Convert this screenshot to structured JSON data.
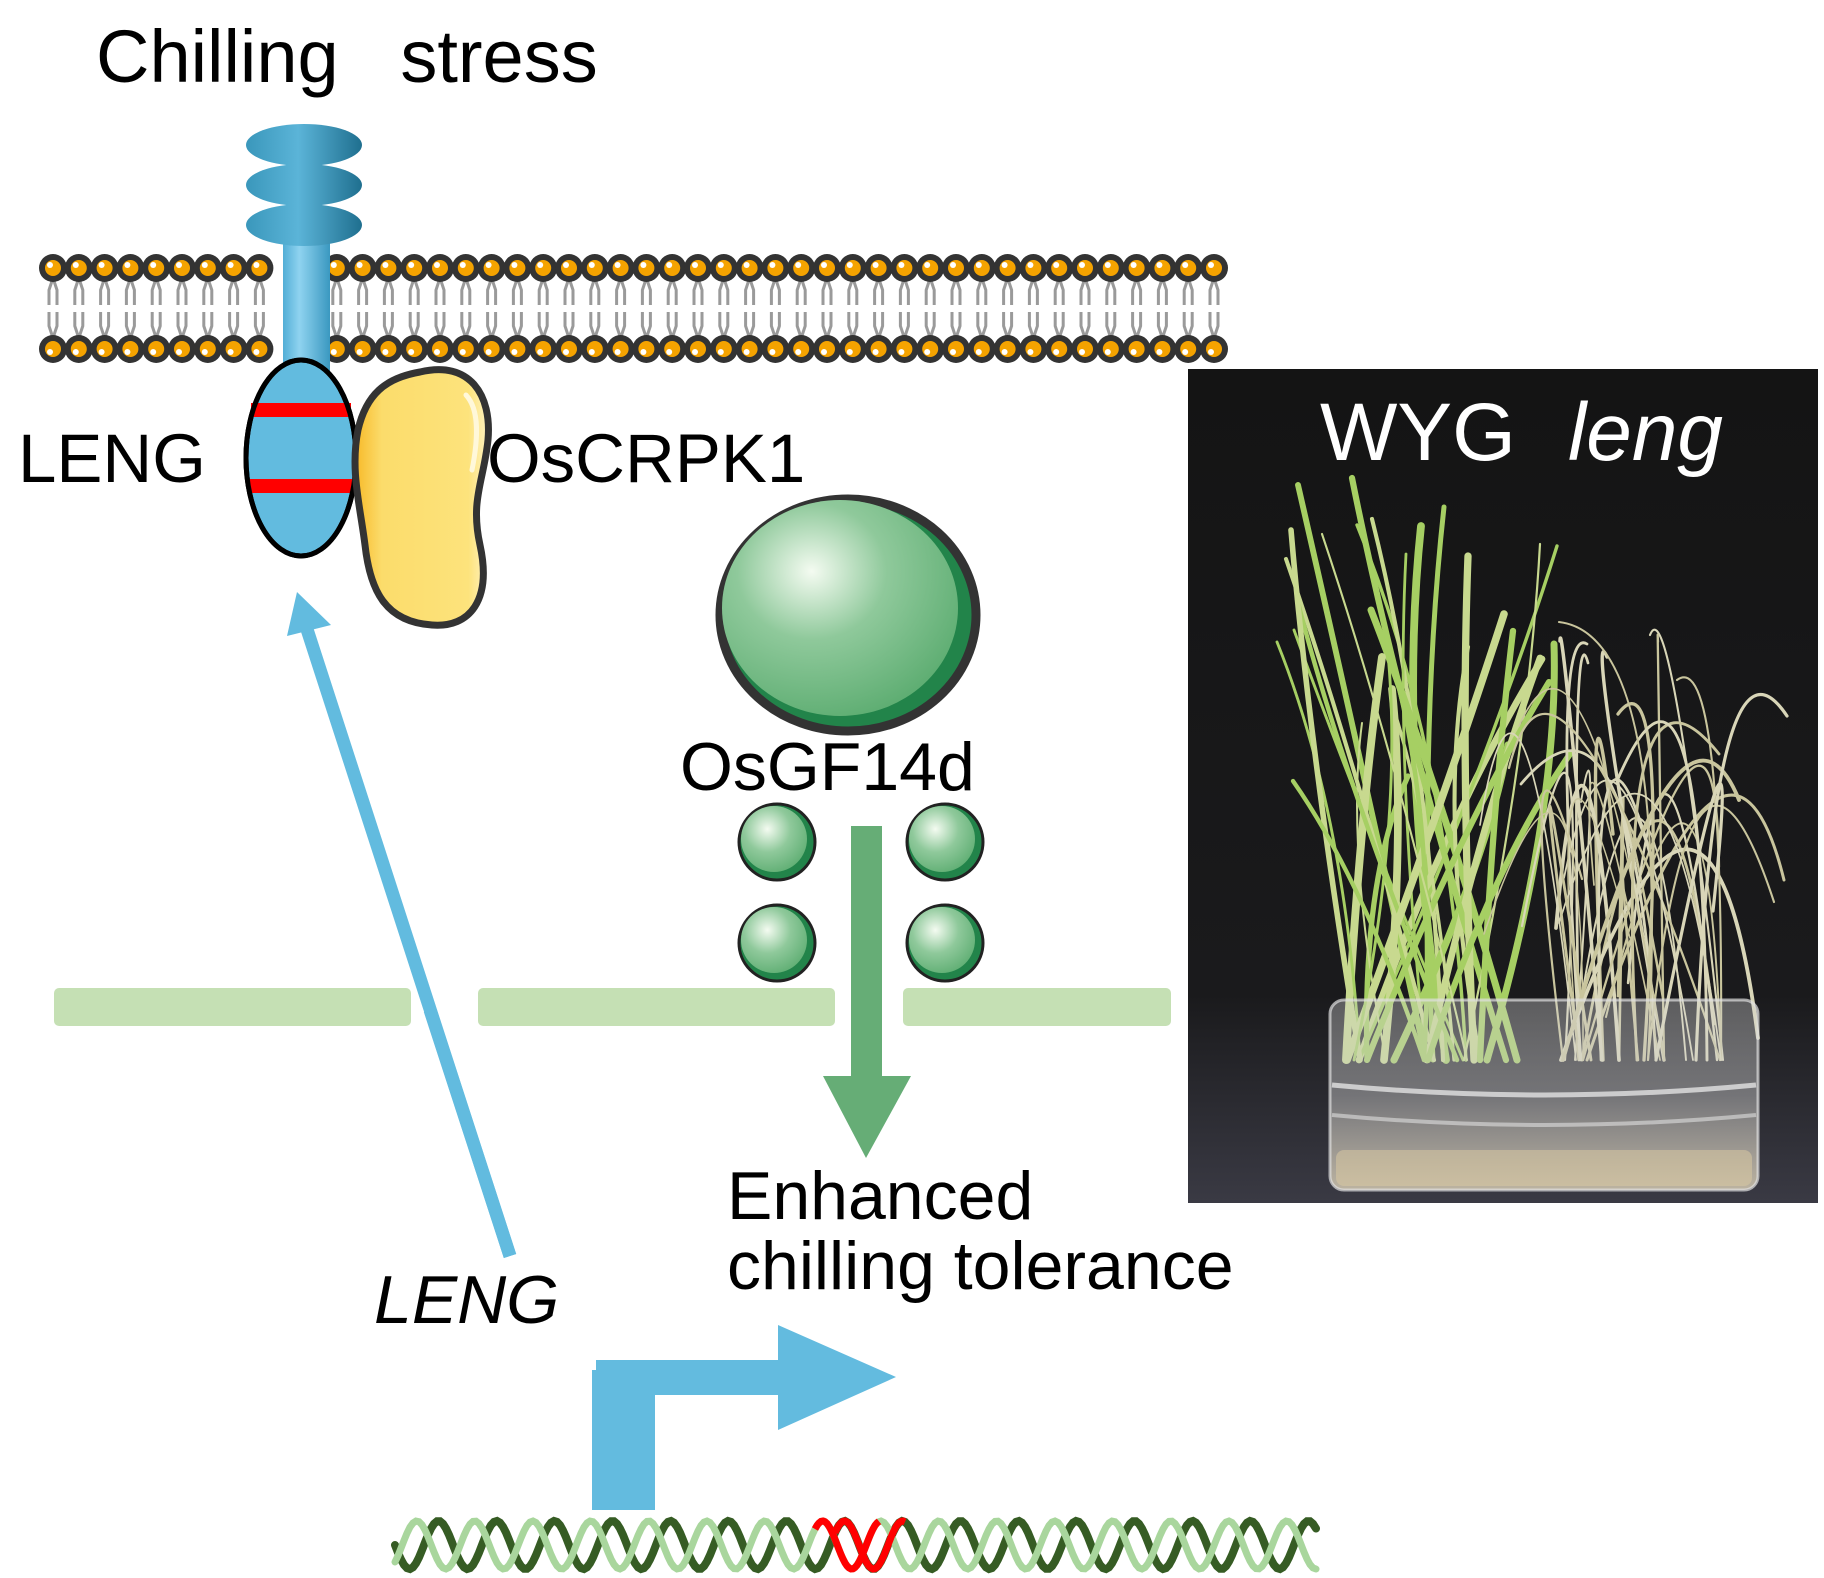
{
  "figure": {
    "stimulus_label": "Chilling   stress",
    "receptor_label": "LENG",
    "kinase_label": "OsCRPK1",
    "adaptor_label": "OsGF14d",
    "outcome_label_line1": "Enhanced",
    "outcome_label_line2": "chilling tolerance",
    "gene_label": "LENG",
    "photo": {
      "label_wildtype": "WYG",
      "label_mutant": "leng"
    }
  },
  "colors": {
    "receptor_blue": "#62bbdf",
    "receptor_dark_blue": "#2f8fb2",
    "domain_red": "#ff0000",
    "kinase_yellow": "#fbdc6b",
    "adaptor_green": "#63ad74",
    "nuclear_membrane": "#c5e0b4",
    "arrow_blue": "#63bbdf",
    "arrow_green": "#66ad76",
    "lipid_head": "#f5a300",
    "lipid_ring": "#333333",
    "dna_dark": "#365c24",
    "dna_light": "#a9d69d",
    "dna_mutation": "#ff0000",
    "photo_bg": "#111111"
  }
}
